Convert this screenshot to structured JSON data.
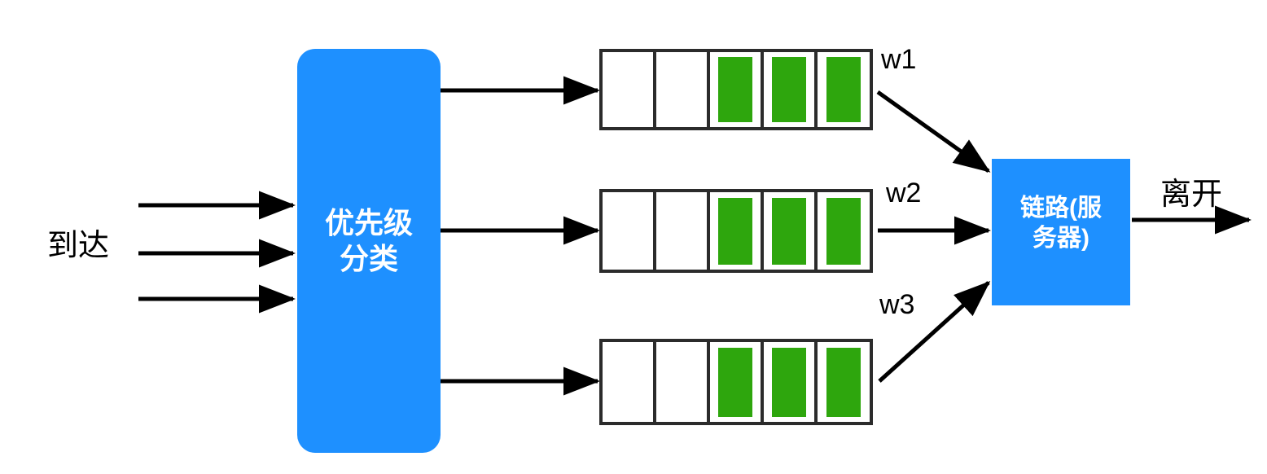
{
  "diagram": {
    "title_text": "",
    "colors": {
      "node_blue": "#1e90ff",
      "queue_fill_green": "#2ea60d",
      "stroke_black": "#000000",
      "cell_border": "#2b2b2b",
      "background": "#ffffff"
    },
    "arrival": {
      "label": "到达",
      "arrow_count": 3
    },
    "classifier": {
      "label": "优先级\n分类",
      "shape": "rounded-rect"
    },
    "queues": [
      {
        "id": "queue-1",
        "weight_label": "w1",
        "cells": [
          "empty",
          "empty",
          "filled",
          "filled",
          "filled"
        ],
        "filled_count": 3,
        "empty_count": 2
      },
      {
        "id": "queue-2",
        "weight_label": "w2",
        "cells": [
          "empty",
          "empty",
          "filled",
          "filled",
          "filled"
        ],
        "filled_count": 3,
        "empty_count": 2
      },
      {
        "id": "queue-3",
        "weight_label": "w3",
        "cells": [
          "empty",
          "empty",
          "filled",
          "filled",
          "filled"
        ],
        "filled_count": 3,
        "empty_count": 2
      }
    ],
    "server": {
      "label": "链路(服\n务器)",
      "shape": "rect"
    },
    "departure": {
      "label": "离开",
      "arrow_count": 1
    }
  }
}
